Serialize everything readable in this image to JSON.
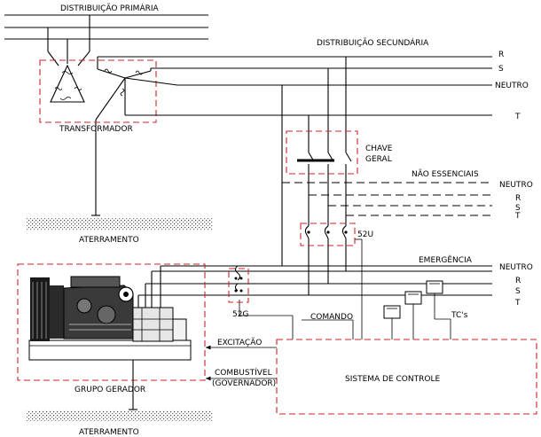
{
  "labels": {
    "primary": "DISTRIBUIÇÃO PRIMÁRIA",
    "secondary": "DISTRIBUIÇÃO SECUNDÁRIA",
    "transformer": "TRANSFORMADOR",
    "ground_top": "ATERRAMENTO",
    "ground_bottom": "ATERRAMENTO",
    "main_switch_1": "CHAVE",
    "main_switch_2": "GERAL",
    "non_essential": "NÃO ESSENCIAIS",
    "emergency": "EMERGÊNCIA",
    "breaker_52u": "52U",
    "breaker_52g": "52G",
    "command": "COMANDO",
    "excitation": "EXCITAÇÃO",
    "fuel_1": "COMBUSTÍVEL",
    "fuel_2": "(GOVERNADOR)",
    "generator_set": "GRUPO GERADOR",
    "control_system": "SISTEMA DE CONTROLE",
    "current_transformers": "TC's"
  },
  "phases_secondary": {
    "r": "R",
    "s": "S",
    "neutral": "NEUTRO",
    "t": "T"
  },
  "phases_non_essential": {
    "neutral": "NEUTRO",
    "r": "R",
    "s": "S",
    "t": "T"
  },
  "phases_emergency": {
    "neutral": "NEUTRO",
    "r": "R",
    "s": "S",
    "t": "T"
  },
  "colors": {
    "line": "#000000",
    "dashed_box": "#d2232a"
  }
}
